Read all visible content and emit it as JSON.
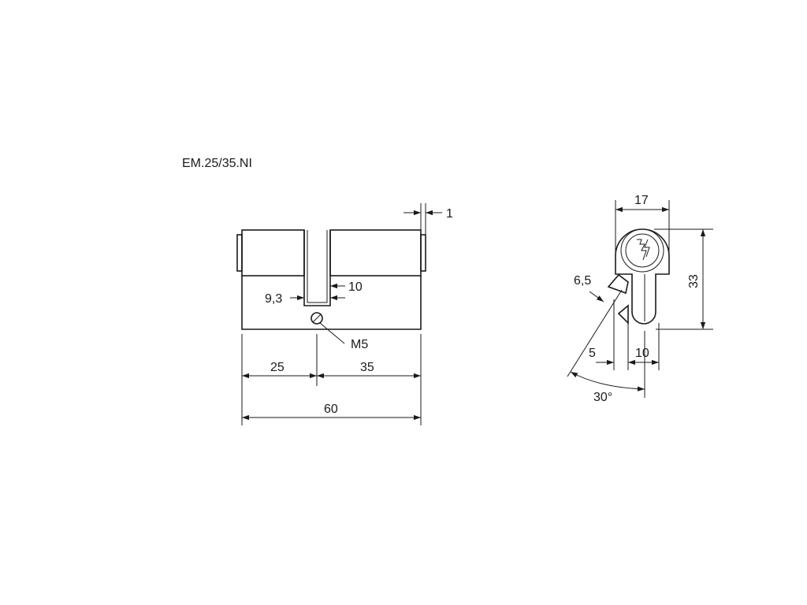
{
  "drawing": {
    "model_code": "EM.25/35.NI",
    "side_view": {
      "dim_cam_offset": "1",
      "dim_cam_width": "10",
      "dim_cam_slot": "9,3",
      "screw_label": "M5",
      "dim_left": "25",
      "dim_right": "35",
      "dim_total": "60"
    },
    "end_view": {
      "dim_width": "17",
      "dim_height": "33",
      "dim_cam_thickness": "6,5",
      "dim_offset": "5",
      "dim_lower_width": "10",
      "dim_angle": "30°"
    }
  }
}
